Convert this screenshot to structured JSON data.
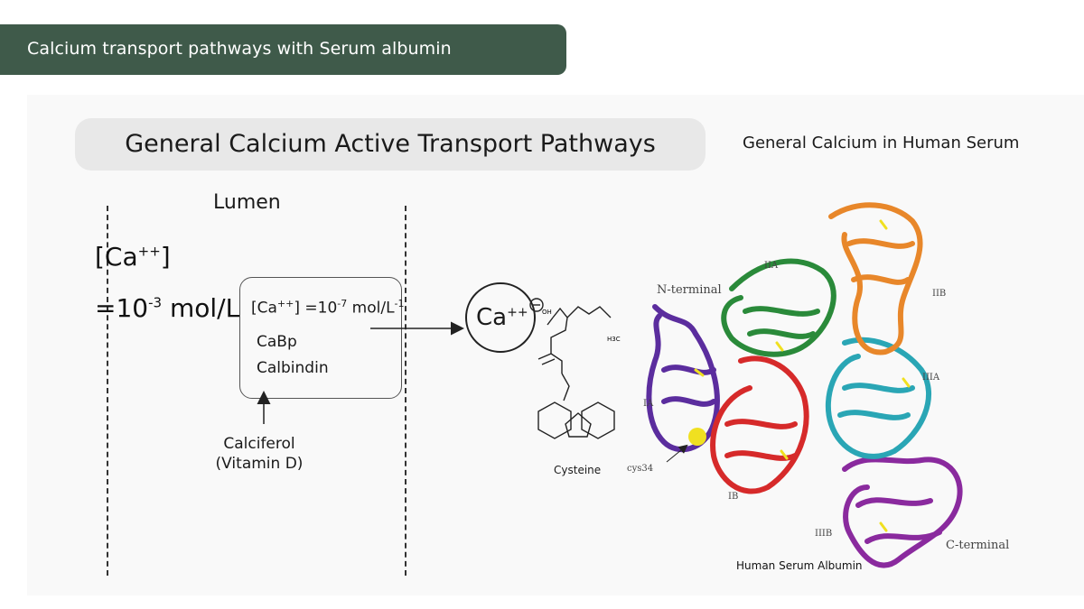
{
  "header": {
    "title": "Calcium transport pathways with Serum albumin"
  },
  "section": {
    "title": "General Calcium Active Transport Pathways"
  },
  "right_heading": "General Calcium in Human Serum",
  "left": {
    "lumen": "Lumen",
    "ca_bracket_open": "[Ca",
    "ca_charge": "++",
    "ca_bracket_close": "]",
    "conc_prefix": "=10",
    "conc_exp": "-3",
    "conc_unit": "mol/L"
  },
  "box": {
    "conc_open": "[Ca",
    "conc_charge": "++",
    "conc_mid": "] =10",
    "conc_exp": "-7",
    "conc_unit": " mol/L",
    "conc_unit_exp": "-1",
    "items": [
      "CaBp",
      "Calbindin"
    ]
  },
  "calciferol": {
    "line1": "Calciferol",
    "line2": "(Vitamin D)"
  },
  "ion": {
    "symbol": "Ca",
    "charge": "++",
    "minus": "−"
  },
  "molecule": {
    "name": "Cysteine",
    "oh": "OH",
    "ch3": "H3C"
  },
  "protein": {
    "name": "Human Serum Albumin",
    "labels": {
      "n_terminal": "N-terminal",
      "c_terminal": "C-terminal",
      "iia": "IIA",
      "iib": "IIB",
      "iiia": "IIIA",
      "iiib": "IIIB",
      "ia": "IA",
      "ib": "IB",
      "cys34": "cys34"
    },
    "colors": {
      "ia": "#5b2d9e",
      "ib": "#d62a2a",
      "iia": "#2a8a3a",
      "iib": "#e8872a",
      "iiia": "#2aa6b5",
      "iiib": "#8a2a9e",
      "disulfide": "#f0e020"
    }
  },
  "colors": {
    "header_bg": "#3f5a4a",
    "pill_bg": "#e8e8e8"
  }
}
